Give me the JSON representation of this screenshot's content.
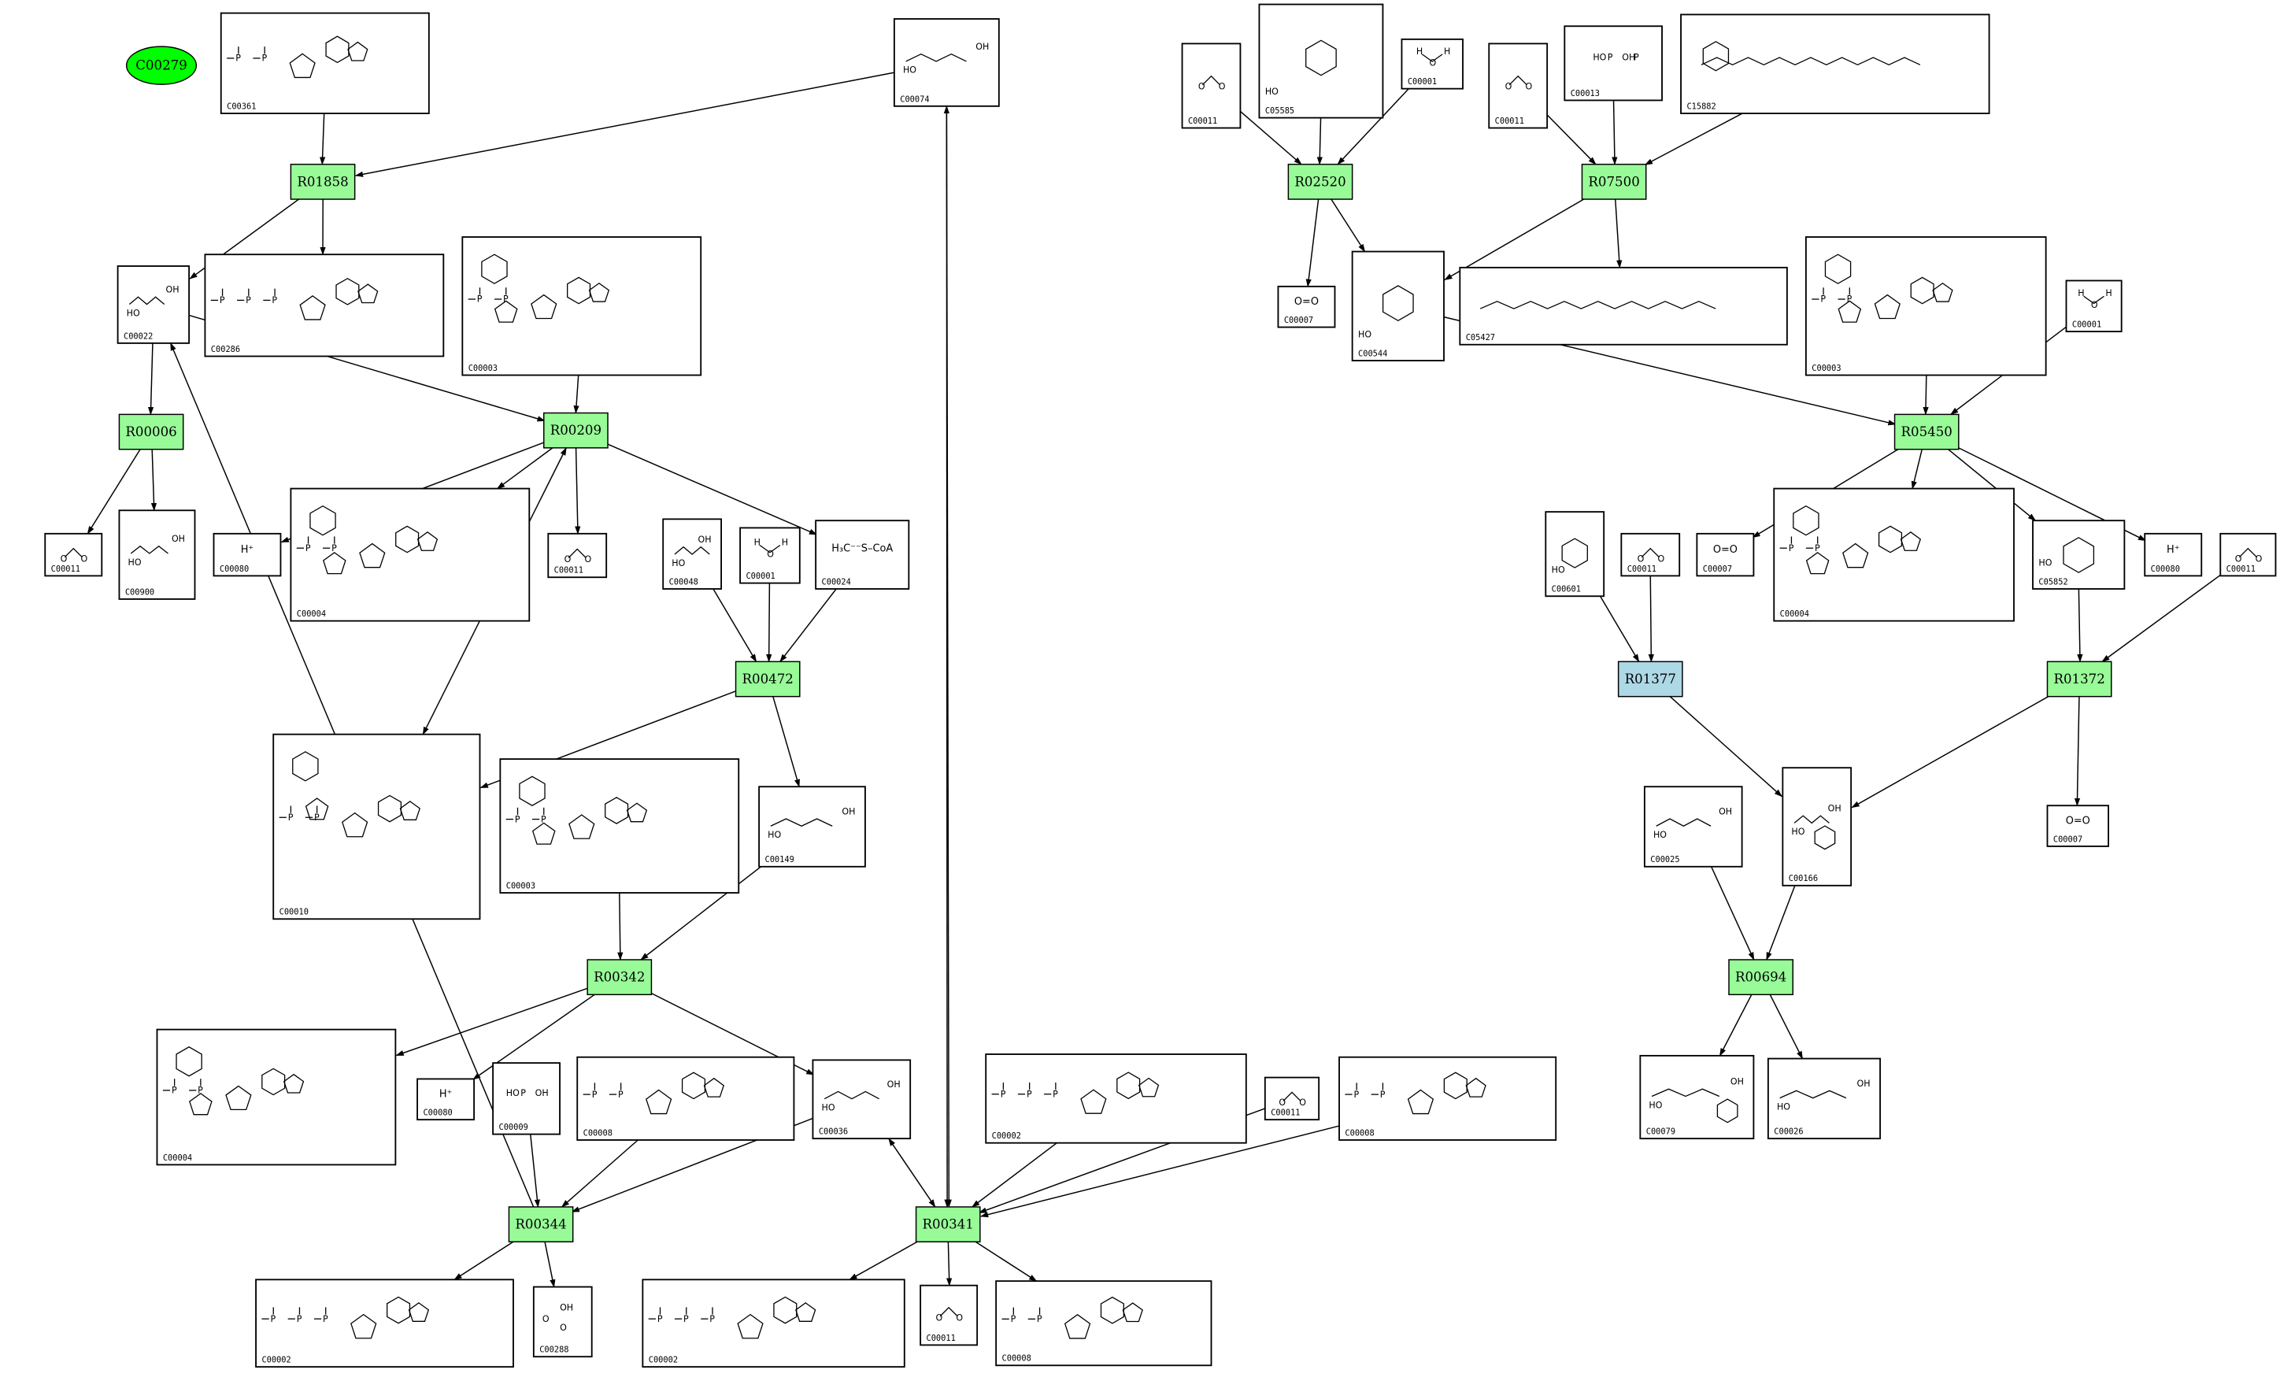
{
  "colors": {
    "reaction_fill": "#98fb98",
    "reaction_selected_fill": "#add8e6",
    "highlight_fill": "#00ff00",
    "box_stroke": "#000000",
    "background": "#ffffff"
  },
  "highlight": {
    "id": "C00279"
  },
  "reactions": [
    {
      "id": "R01858"
    },
    {
      "id": "R00006"
    },
    {
      "id": "R00209"
    },
    {
      "id": "R00472"
    },
    {
      "id": "R00342"
    },
    {
      "id": "R00344"
    },
    {
      "id": "R00341"
    },
    {
      "id": "R02520"
    },
    {
      "id": "R07500"
    },
    {
      "id": "R05450"
    },
    {
      "id": "R01377"
    },
    {
      "id": "R01372"
    },
    {
      "id": "R00694"
    }
  ],
  "compounds": [
    {
      "id": "C00361",
      "structure": "dGDP"
    },
    {
      "id": "C00074",
      "structure": "phosphoenolpyruvate"
    },
    {
      "id": "C00286",
      "structure": "dGTP"
    },
    {
      "id": "C00022",
      "structure": "pyruvate"
    },
    {
      "id": "C00003",
      "structure": "NAD+",
      "instance": "a"
    },
    {
      "id": "C00011",
      "structure": "CO2",
      "instance": "a"
    },
    {
      "id": "C00900",
      "structure": "2-acetolactate"
    },
    {
      "id": "C00080",
      "structure": "H+",
      "instance": "a",
      "text": "H⁺"
    },
    {
      "id": "C00004",
      "structure": "NADH",
      "instance": "a"
    },
    {
      "id": "C00011",
      "structure": "CO2",
      "instance": "b"
    },
    {
      "id": "C00048",
      "structure": "glyoxylate"
    },
    {
      "id": "C00001",
      "structure": "H2O",
      "instance": "a"
    },
    {
      "id": "C00024",
      "structure": "acetyl-CoA",
      "text": "H₃C⁻⁻S–CoA"
    },
    {
      "id": "C00010",
      "structure": "CoA"
    },
    {
      "id": "C00003",
      "structure": "NAD+",
      "instance": "b"
    },
    {
      "id": "C00149",
      "structure": "malate"
    },
    {
      "id": "C00004",
      "structure": "NADH",
      "instance": "b"
    },
    {
      "id": "C00080",
      "structure": "H+",
      "instance": "b",
      "text": "H⁺"
    },
    {
      "id": "C00009",
      "structure": "phosphate"
    },
    {
      "id": "C00008",
      "structure": "ADP",
      "instance": "a"
    },
    {
      "id": "C00036",
      "structure": "oxaloacetate"
    },
    {
      "id": "C00002",
      "structure": "ATP",
      "instance": "a"
    },
    {
      "id": "C00011",
      "structure": "CO2",
      "instance": "c"
    },
    {
      "id": "C00008",
      "structure": "ADP",
      "instance": "b"
    },
    {
      "id": "C00002",
      "structure": "ATP",
      "instance": "b"
    },
    {
      "id": "C00288",
      "structure": "bicarbonate"
    },
    {
      "id": "C00002",
      "structure": "ATP",
      "instance": "c"
    },
    {
      "id": "C00011",
      "structure": "CO2",
      "instance": "d"
    },
    {
      "id": "C00008",
      "structure": "ADP",
      "instance": "c"
    },
    {
      "id": "C00011",
      "structure": "CO2",
      "instance": "e"
    },
    {
      "id": "C05585",
      "structure": "gentisaldehyde"
    },
    {
      "id": "C00001",
      "structure": "H2O",
      "instance": "b"
    },
    {
      "id": "C00011",
      "structure": "CO2",
      "instance": "f"
    },
    {
      "id": "C00013",
      "structure": "diphosphate"
    },
    {
      "id": "C15882",
      "structure": "tocopherol-precursor"
    },
    {
      "id": "C00007",
      "structure": "O2",
      "instance": "a",
      "text": "O=O"
    },
    {
      "id": "C00544",
      "structure": "homogentisate"
    },
    {
      "id": "C05427",
      "structure": "phytyl-diphosphate"
    },
    {
      "id": "C00003",
      "structure": "NAD+",
      "instance": "c"
    },
    {
      "id": "C00001",
      "structure": "H2O",
      "instance": "c"
    },
    {
      "id": "C00007",
      "structure": "O2",
      "instance": "b",
      "text": "O=O"
    },
    {
      "id": "C00004",
      "structure": "NADH",
      "instance": "c"
    },
    {
      "id": "C05852",
      "structure": "2-hydroxyphenylacetate"
    },
    {
      "id": "C00080",
      "structure": "H+",
      "instance": "c",
      "text": "H⁺"
    },
    {
      "id": "C00011",
      "structure": "CO2",
      "instance": "g"
    },
    {
      "id": "C00601",
      "structure": "phenylacetaldehyde"
    },
    {
      "id": "C00011",
      "structure": "CO2",
      "instance": "h"
    },
    {
      "id": "C00166",
      "structure": "phenylpyruvate"
    },
    {
      "id": "C00007",
      "structure": "O2",
      "instance": "c",
      "text": "O=O"
    },
    {
      "id": "C00025",
      "structure": "glutamate"
    },
    {
      "id": "C00079",
      "structure": "phenylalanine"
    },
    {
      "id": "C00026",
      "structure": "2-oxoglutarate"
    }
  ]
}
